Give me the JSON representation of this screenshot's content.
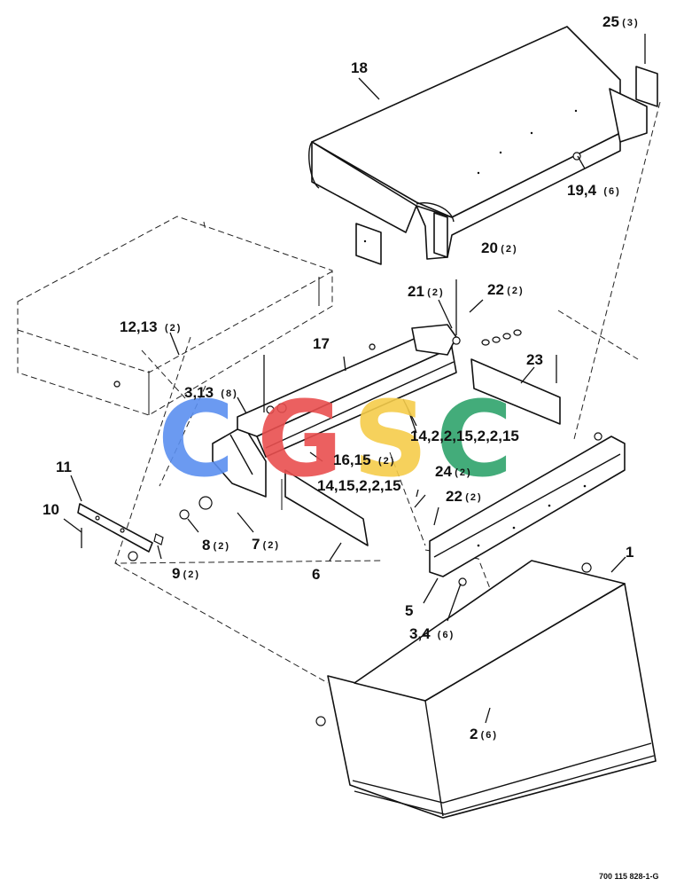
{
  "drawing_code": "700 115 828-1-G",
  "watermark": {
    "text": "CGSC",
    "letters": [
      {
        "char": "C",
        "color": "#5b8ff0"
      },
      {
        "char": "G",
        "color": "#e94f4f"
      },
      {
        "char": "S",
        "color": "#f5cc4a"
      },
      {
        "char": "C",
        "color": "#2fa36b"
      }
    ]
  },
  "callouts": [
    {
      "id": "c25",
      "label": "25",
      "qty": "(3)"
    },
    {
      "id": "c18",
      "label": "18",
      "qty": ""
    },
    {
      "id": "c19",
      "label": "19,4",
      "qty": "(6)"
    },
    {
      "id": "c20",
      "label": "20",
      "qty": "(2)"
    },
    {
      "id": "c21",
      "label": "21",
      "qty": "(2)"
    },
    {
      "id": "c22a",
      "label": "22",
      "qty": "(2)"
    },
    {
      "id": "c12",
      "label": "12,13",
      "qty": "(2)"
    },
    {
      "id": "c17",
      "label": "17",
      "qty": ""
    },
    {
      "id": "c23",
      "label": "23",
      "qty": ""
    },
    {
      "id": "c3_13",
      "label": "3,13",
      "qty": "(8)"
    },
    {
      "id": "c14a",
      "label": "14,2,2,15,2,2,15",
      "qty": ""
    },
    {
      "id": "c16",
      "label": "16,15",
      "qty": "(2)"
    },
    {
      "id": "c14b",
      "label": "14,15,2,2,15",
      "qty": ""
    },
    {
      "id": "c24",
      "label": "24",
      "qty": "(2)"
    },
    {
      "id": "c22b",
      "label": "22",
      "qty": "(2)"
    },
    {
      "id": "c11",
      "label": "11",
      "qty": ""
    },
    {
      "id": "c10",
      "label": "10",
      "qty": ""
    },
    {
      "id": "c8",
      "label": "8",
      "qty": "(2)"
    },
    {
      "id": "c7",
      "label": "7",
      "qty": "(2)"
    },
    {
      "id": "c9",
      "label": "9",
      "qty": "(2)"
    },
    {
      "id": "c6",
      "label": "6",
      "qty": ""
    },
    {
      "id": "c1",
      "label": "1",
      "qty": ""
    },
    {
      "id": "c5",
      "label": "5",
      "qty": ""
    },
    {
      "id": "c3_4",
      "label": "3,4",
      "qty": "(6)"
    },
    {
      "id": "c2",
      "label": "2",
      "qty": "(6)"
    }
  ]
}
